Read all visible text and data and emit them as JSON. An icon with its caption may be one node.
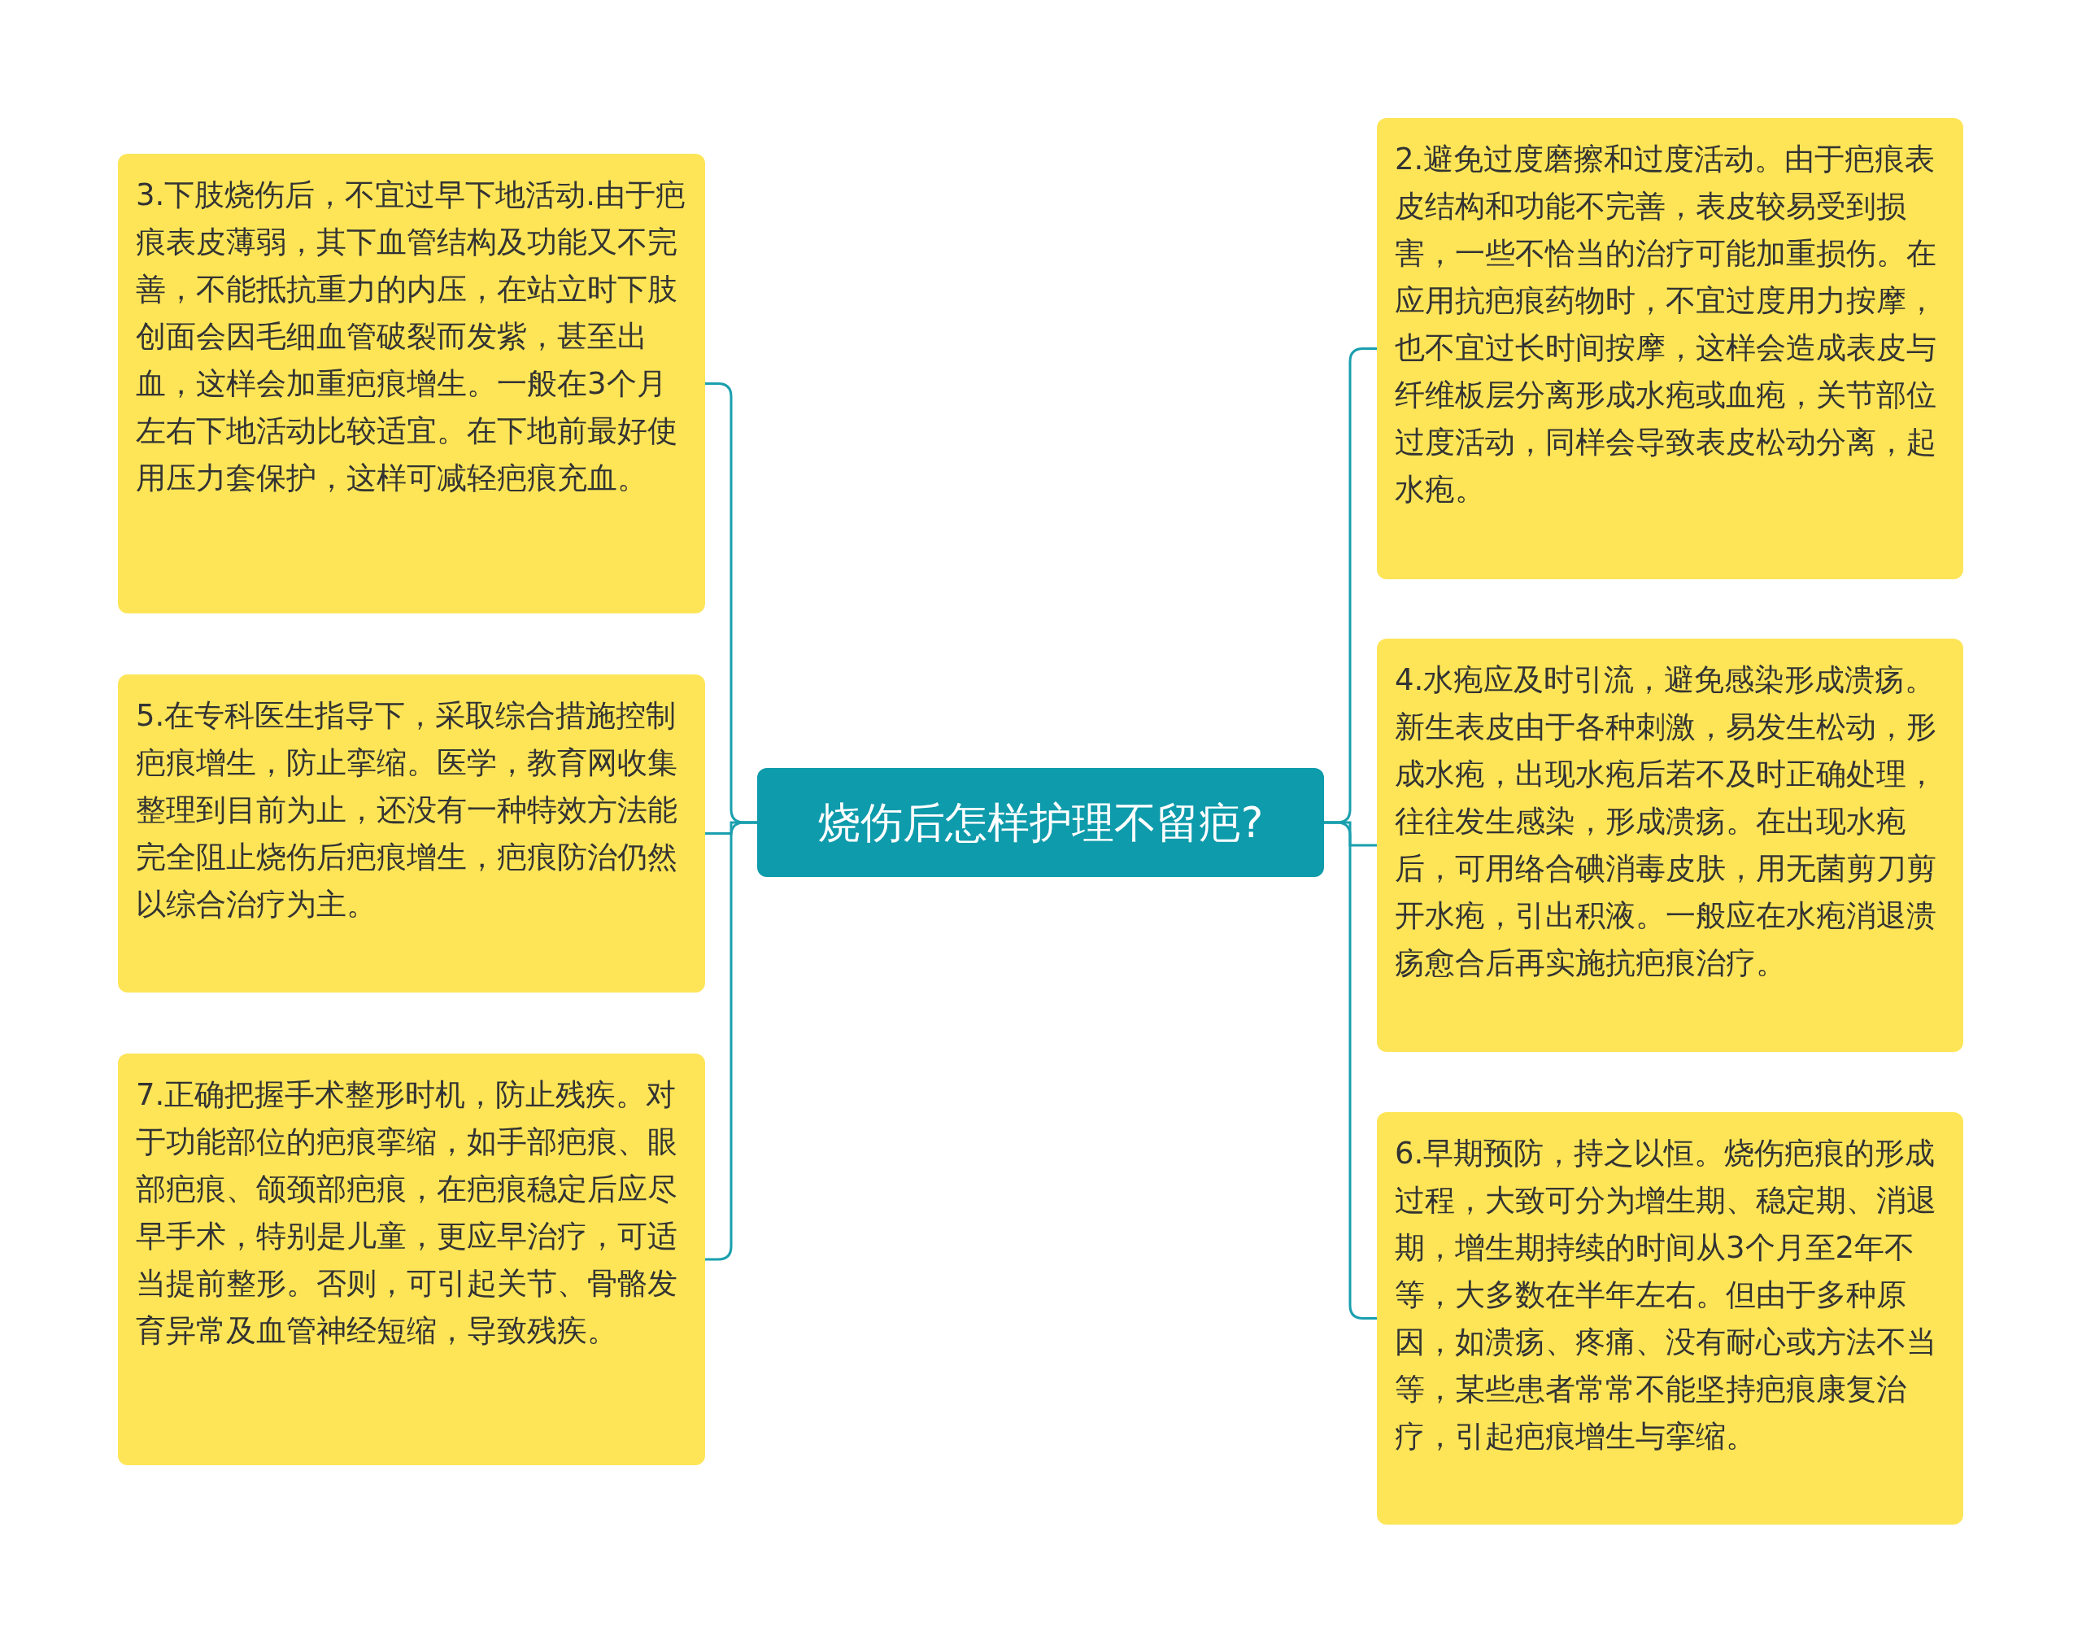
{
  "diagram": {
    "nodes": [
      {
        "text": [
          "烧伤后怎样护理不留疤?"
        ]
      },
      {
        "text": [
          "2.避免过度磨擦和过度活动。由于疤痕表皮结构和功能不完善，表皮较易受到损害，一些不恰当的治疗可能加重损伤。在应用抗疤痕药物时，不宜过度用力按摩，也不宜过长时间按摩，这样会造成表皮与纤维板层分离形成水疱或血疱，关节部位过度活动，同样会导致表皮松动分离，起水疱。"
        ]
      },
      {
        "text": [
          "3.下肢烧伤后，不宜过早下地活动.由于疤痕表皮薄弱，其下血管结构及功能又不完善，不能抵抗重力的内压，在站立时下肢创面会因毛细血管破裂而发紫，甚至出血，这样会加重疤痕增生。一般在3个月左右下地活动比较适宜。在下地前最好使用压力套保护，这样可减轻疤痕充血。"
        ]
      },
      {
        "text": [
          "4.水疱应及时引流，避免感染形成溃疡。新生表皮由于各种刺激，易发生松动，形成水疱，出现水疱后若不及时正确处理，往往发生感染，形成溃疡。在出现水疱后，可用络合碘消毒皮肤，用无菌剪刀剪开水疱，引出积液。一般应在水疱消退溃疡愈合后再实施抗疤痕治疗。"
        ]
      },
      {
        "text": [
          "5.在专科医生指导下，采取综合措施控制疤痕增生，防止挛缩。医学，教育网收集整理到目前为止，还没有一种特效方法能完全阻止烧伤后疤痕增生，疤痕防治仍然以综合治疗为主。"
        ]
      },
      {
        "text": [
          "6.早期预防，持之以恒。烧伤疤痕的形成过程，大致可分为增生期、稳定期、消退期，增生期持续的时间从3个月至2年不等，大多数在半年左右。但由于多种原因，如溃疡、疼痛、没有耐心或方法不当等，某些患者常常不能坚持疤痕康复治疗，引起疤痕增生与挛缩。"
        ]
      },
      {
        "text": [
          "7.正确把握手术整形时机，防止残疾。对于功能部位的疤痕挛缩，如手部疤痕、眼部疤痕、颌颈部疤痕，在疤痕稳定后应尽早手术，特别是儿童，更应早治疗，可适当提前整形。否则，可引起关节、骨骼发育异常及血管神经短缩，导致残疾。"
        ]
      }
    ],
    "edges": [
      {
        "from": 0,
        "to": 1,
        "arrow": "none"
      },
      {
        "from": 0,
        "to": 2,
        "arrow": "none"
      },
      {
        "from": 0,
        "to": 3,
        "arrow": "none"
      },
      {
        "from": 0,
        "to": 4,
        "arrow": "none"
      },
      {
        "from": 0,
        "to": 5,
        "arrow": "none"
      },
      {
        "from": 0,
        "to": 6,
        "arrow": "none"
      }
    ]
  }
}
